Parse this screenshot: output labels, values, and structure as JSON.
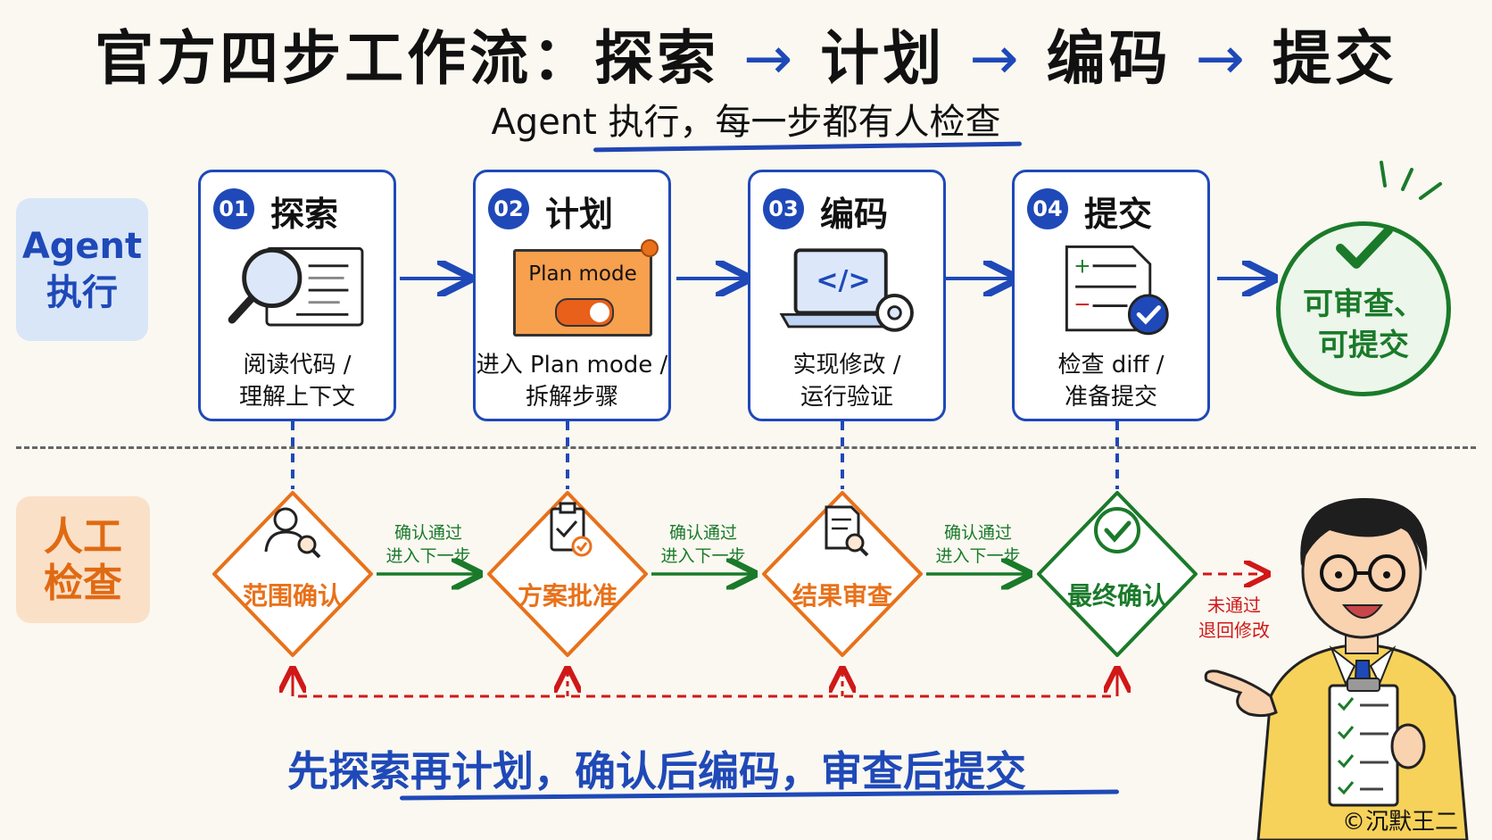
{
  "title": {
    "part1": "官方四步工作流：探索",
    "arrow": "→",
    "part2": "计划",
    "part3": "编码",
    "part4": "提交"
  },
  "subtitle": "Agent 执行，每一步都有人检查",
  "side_labels": {
    "agent": "Agent\n执行",
    "human": "人工\n检查"
  },
  "steps": [
    {
      "num": "01",
      "title": "探索",
      "desc": "阅读代码 /\n理解上下文",
      "icon": "magnifier-document-icon"
    },
    {
      "num": "02",
      "title": "计划",
      "desc": "进入 Plan mode /\n拆解步骤",
      "icon": "plan-mode-note-icon",
      "note_text": "Plan mode"
    },
    {
      "num": "03",
      "title": "编码",
      "desc": "实现修改 /\n运行验证",
      "icon": "laptop-code-gear-icon",
      "code_text": "</>"
    },
    {
      "num": "04",
      "title": "提交",
      "desc": "检查 diff /\n准备提交",
      "icon": "diff-checklist-icon"
    }
  ],
  "final": {
    "text": "可审查、\n可提交",
    "icon": "checkmark-icon"
  },
  "checks": [
    {
      "label": "范围确认",
      "icon": "person-search-icon",
      "color": "#e8711a"
    },
    {
      "label": "方案批准",
      "icon": "clipboard-check-icon",
      "color": "#e8711a"
    },
    {
      "label": "结果审查",
      "icon": "document-search-icon",
      "color": "#e8711a"
    },
    {
      "label": "最终确认",
      "icon": "check-circle-icon",
      "color": "#1a7a2a"
    }
  ],
  "pass_label": "确认通过\n进入下一步",
  "reject_label": "未通过\n退回修改",
  "bottom_text": "先探索再计划，确认后编码，审查后提交",
  "credit": "©沉默王二",
  "colors": {
    "blue": "#1f49b8",
    "orange": "#e8711a",
    "green": "#1a7a2a",
    "red": "#d01818"
  }
}
